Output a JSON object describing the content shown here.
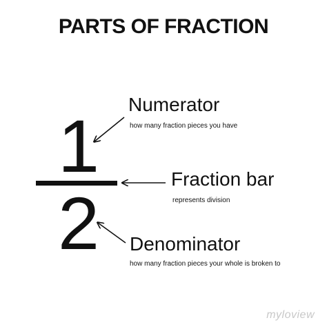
{
  "title": "PARTS OF FRACTION",
  "fraction": {
    "numerator": "1",
    "denominator": "2"
  },
  "labels": {
    "numerator": {
      "name": "Numerator",
      "description": "how many fraction pieces you have"
    },
    "fraction_bar": {
      "name": "Fraction bar",
      "description": "represents division"
    },
    "denominator": {
      "name": "Denominator",
      "description": "how many fraction pieces your whole is broken to"
    }
  },
  "watermark": "myloview",
  "colors": {
    "ink": "#111111",
    "background": "#ffffff",
    "watermark": "#c8c8c8"
  }
}
